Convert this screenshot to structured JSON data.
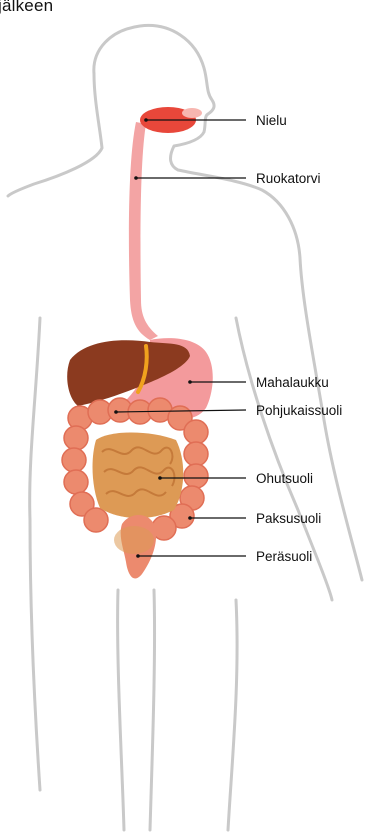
{
  "header": {
    "top_text": "jälkeen"
  },
  "labels": {
    "pharynx": "Nielu",
    "esophagus": "Ruokatorvi",
    "stomach": "Mahalaukku",
    "duodenum": "Pohjukaissuoli",
    "small_intestine": "Ohutsuoli",
    "large_intestine": "Paksusuoli",
    "rectum": "Peräsuoli"
  },
  "colors": {
    "outline": "#c9c9c9",
    "pharynx": "#e8473a",
    "esophagus": "#f3a4a4",
    "stomach": "#f39a9c",
    "liver": "#8b3a1f",
    "gallbladder_band": "#f0a21e",
    "small_intestine": "#dd9a55",
    "large_intestine": "#ec8a6e",
    "rectum": "#ec8a6e",
    "leader_line": "#111111"
  }
}
